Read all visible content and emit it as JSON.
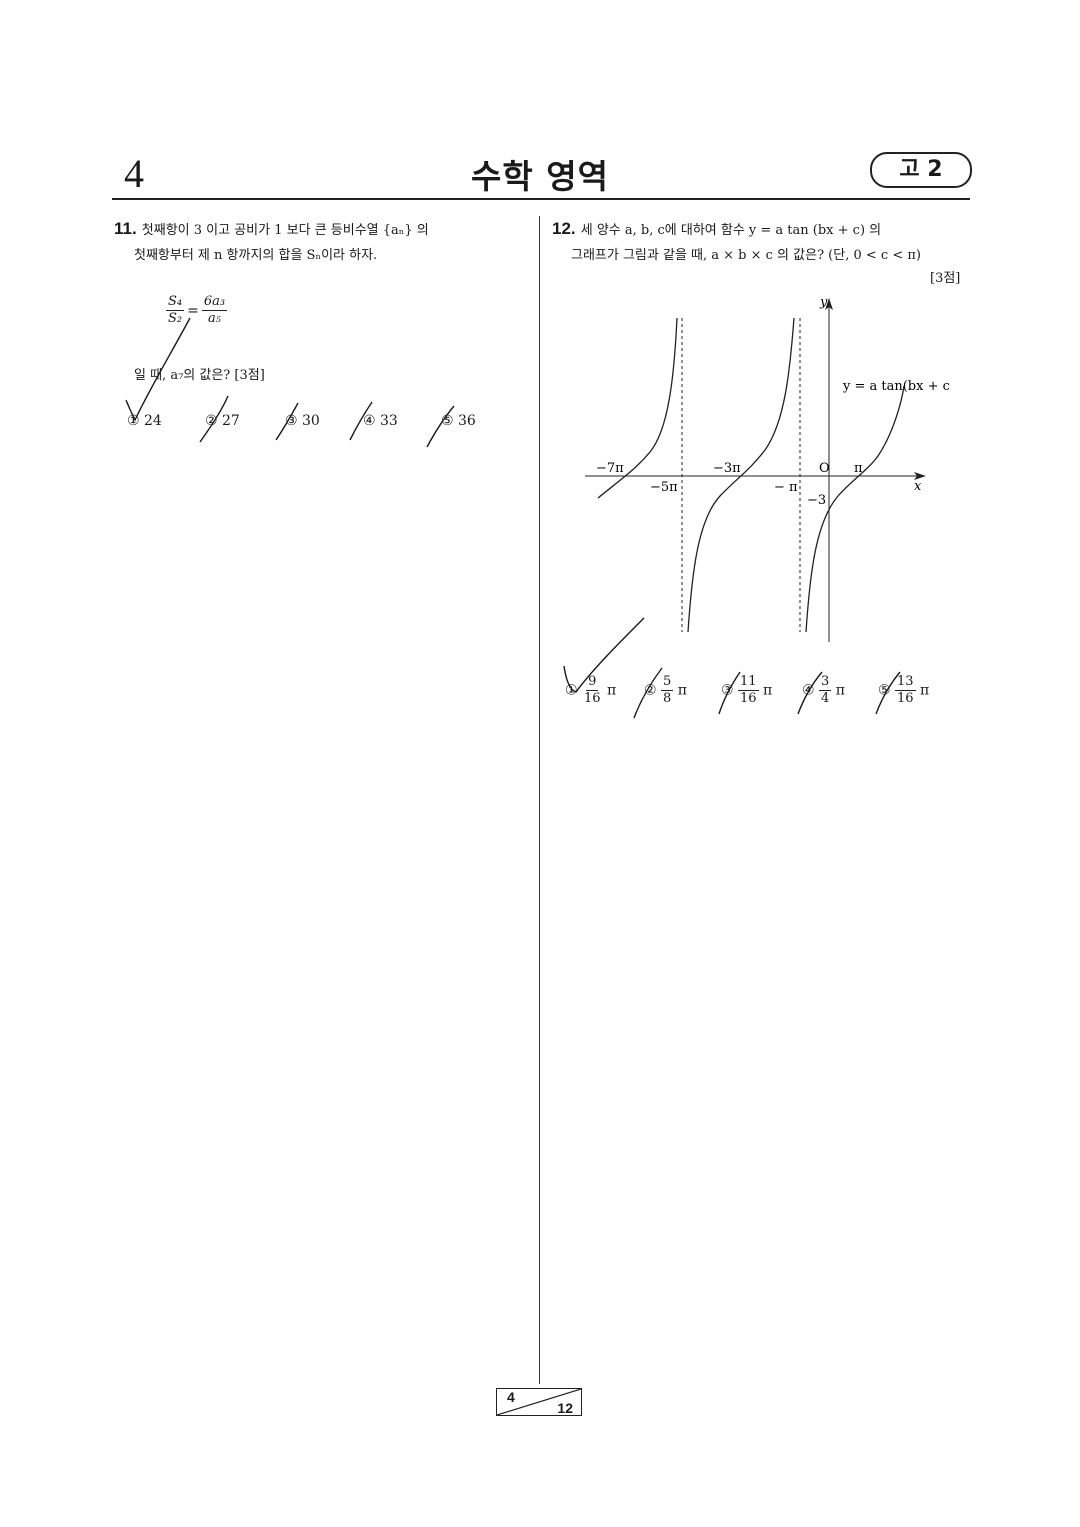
{
  "header": {
    "page_number": "4",
    "subject": "수학 영역",
    "grade": "고 2"
  },
  "q11": {
    "number": "11.",
    "line1": "첫째항이 3 이고 공비가 1 보다 큰 등비수열 {aₙ} 의",
    "line2": "첫째항부터 제 n 항까지의 합을 Sₙ이라 하자.",
    "eq_left_num": "S₄",
    "eq_left_den": "S₂",
    "eq_sign": "=",
    "eq_right_num": "6a₃",
    "eq_right_den": "a₅",
    "question": "일 때, a₇의 값은? [3점]",
    "choices": [
      "① 24",
      "② 27",
      "③ 30",
      "④ 33",
      "⑤ 36"
    ]
  },
  "q12": {
    "number": "12.",
    "line1": "세 양수 a, b, c에 대하여 함수 y = a tan (bx + c) 의",
    "line2": "그래프가 그림과 같을 때, a × b × c 의 값은? (단, 0 < c < π)",
    "points": "[3점]",
    "graph": {
      "y_axis_label": "y",
      "x_axis_label": "x",
      "curve_label": "y = a tan(bx + c)",
      "origin_label": "O",
      "tick_labels_top": [
        "−7π",
        "−3π",
        "π"
      ],
      "tick_labels_bottom": [
        "−5π",
        "− π"
      ],
      "y_intercept_label": "−3"
    },
    "choices": [
      {
        "marker": "①",
        "num": "9",
        "den": "16",
        "suffix": "π"
      },
      {
        "marker": "②",
        "num": "5",
        "den": "8",
        "suffix": "π"
      },
      {
        "marker": "③",
        "num": "11",
        "den": "16",
        "suffix": "π"
      },
      {
        "marker": "④",
        "num": "3",
        "den": "4",
        "suffix": "π"
      },
      {
        "marker": "⑤",
        "num": "13",
        "den": "16",
        "suffix": "π"
      }
    ]
  },
  "footer": {
    "current": "4",
    "total": "12"
  }
}
